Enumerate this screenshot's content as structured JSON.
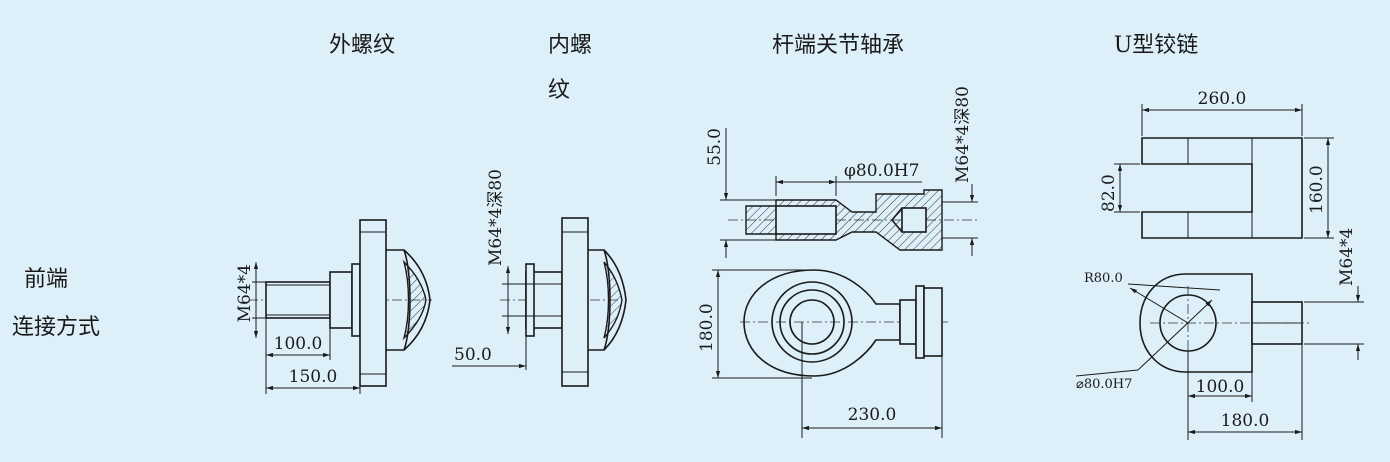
{
  "headers": {
    "external_thread": "外螺纹",
    "internal_thread_line1": "内螺",
    "internal_thread_line2": "纹",
    "rod_end_bearing": "杆端关节轴承",
    "u_clevis": "U型铰链"
  },
  "side_label": {
    "line1": "前端",
    "line2": "连接方式"
  },
  "external_thread": {
    "thread": "M64*4",
    "length": "100.0",
    "total_length": "150.0"
  },
  "internal_thread": {
    "thread": "M64*4深80",
    "depth": "50.0"
  },
  "rod_end_bearing": {
    "offset": "55.0",
    "bore": "φ80.0H7",
    "thread": "M64*4深80",
    "height": "180.0",
    "length": "230.0"
  },
  "u_clevis": {
    "width": "260.0",
    "slot": "82.0",
    "height": "160.0",
    "thread": "M64*4",
    "radius": "R80.0",
    "bore": "⌀80.0H7",
    "pin_offset": "100.0",
    "length": "180.0"
  }
}
